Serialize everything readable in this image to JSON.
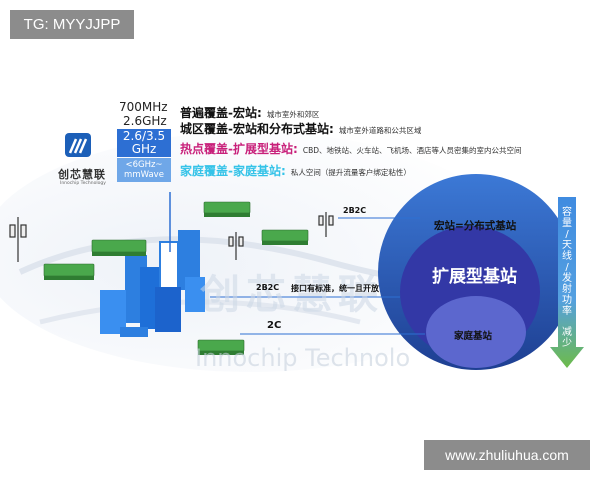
{
  "tag": "TG: MYYJJPP",
  "watermark_site": "www.zhuliuhua.com",
  "logo": {
    "name": "创芯慧联",
    "subtitle": "Innochip Technology"
  },
  "watermark": {
    "cn": "创芯慧联",
    "en": "Innochip Technolo"
  },
  "frequencies": {
    "f1": "700MHz",
    "f2": "2.6GHz",
    "box_line1": "2.6/3.5",
    "box_line2": "GHz",
    "mm_line1": "<6GHz~",
    "mm_line2": "mmWave"
  },
  "coverage": [
    {
      "title_a": "普遍覆盖",
      "title_b": "-宏站:",
      "desc": "城市室外和郊区"
    },
    {
      "title_a": "城区覆盖",
      "title_b": "-宏站和分布式基站:",
      "desc": "城市室外道路和公共区域"
    },
    {
      "title_a": "热点覆盖",
      "title_b": "-扩展型基站:",
      "desc": "CBD、地铁站、火车站、飞机场、酒店等人员密集的室内公共空间"
    },
    {
      "title_a": "家庭覆盖",
      "title_b": "-家庭基站:",
      "desc": "私人空间（提升流量客户绑定粘性）"
    }
  ],
  "labels": {
    "b2c_top": "2B2C",
    "b2c_mid": "2B2C",
    "interface": "接口有标准，统一且开放",
    "c2": "2C"
  },
  "circles": {
    "outer": "宏站=分布式基站",
    "middle": "扩展型基站",
    "inner": "家庭基站"
  },
  "arrow_chars": [
    "容",
    "量",
    "/",
    "天",
    "线",
    "/",
    "发",
    "射",
    "功",
    "率",
    "减",
    "少"
  ],
  "colors": {
    "blue": "#2d6fd3",
    "navy": "#1d3f8f",
    "green_arrow": "#5fb554",
    "magenta": "#c8207a",
    "cyan": "#35c3e8",
    "purple": "#5b5fc4"
  }
}
